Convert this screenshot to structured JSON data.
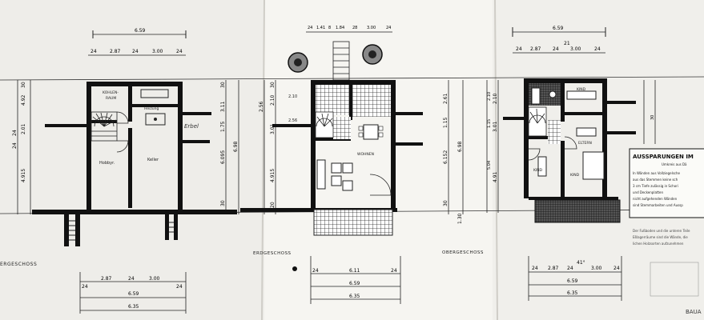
{
  "sheet": {
    "paper_color": "#f4f3ef",
    "ink_color": "#1b1b1b"
  },
  "plans": [
    {
      "key": "keller",
      "title": "ERGESCHOSS",
      "top_dims": {
        "total": "6.59",
        "segments": [
          "24",
          "2.87",
          "24",
          "3.00",
          "24"
        ]
      },
      "left_dims": [
        "30",
        "4.92",
        "24",
        "2.01",
        "24",
        "4.915"
      ],
      "right_dims": [
        "30",
        "3.11",
        "1.75",
        "6.095",
        "30",
        "6.98"
      ],
      "bottom_dims": {
        "segments": [
          "24",
          "2.87",
          "24",
          "3.00",
          "24"
        ],
        "mid": "6.59",
        "total": "6.35"
      },
      "rooms": [
        "KOHLEN-",
        "RAUM",
        "Heizung",
        "Hobbyr.",
        "Keller"
      ],
      "handwriting": "Erbel"
    },
    {
      "key": "erdgeschoss",
      "title": "ERDGESCHOSS",
      "top_dims": {
        "segments": [
          "24",
          "1.41",
          "8",
          "1.84",
          "28",
          "3.00",
          "24"
        ]
      },
      "left_dims": [
        "30",
        "2.10",
        "2.56",
        "3.01",
        "4.915",
        "20"
      ],
      "right_dims": [
        "2.61",
        "1.15",
        "6.152",
        "30",
        "6.98",
        "1.30"
      ],
      "bottom_dims": {
        "segments": [
          "24",
          "6.11",
          "24"
        ],
        "mid": "6.59",
        "total": "6.35"
      },
      "rooms": [
        "WOHNEN"
      ]
    },
    {
      "key": "obergeschoss",
      "title": "OBERGESCHOSS",
      "top_dims": {
        "total": "6.59",
        "segments": [
          "24",
          "2.87",
          "24",
          "3.00",
          "24"
        ],
        "extra": "21"
      },
      "left_dims": [
        "2.10",
        "3.01",
        "4.91"
      ],
      "right_dims": [
        "2.10",
        "1.15",
        "5.04",
        "30"
      ],
      "bottom_dims": {
        "segments": [
          "24",
          "2.87",
          "24",
          "3.00",
          "24"
        ],
        "mid": "6.59",
        "total": "6.35",
        "extra": "41°"
      },
      "rooms": [
        "KIND",
        "ELTERN",
        "KIND",
        "KIND"
      ]
    }
  ],
  "legend": {
    "title": "AUSSPARUNGEN IM",
    "subtitle": "Umkreis aus Dä",
    "lines": [
      "In Wänden aus Vollziegelsche",
      "aus das Stemmen keine sch",
      "3 cm Tiefe zulässig in Schori",
      "und Deckenplatten",
      "nicht aufgehenden Wänden",
      "sind Stemmarbeiten und Aussp"
    ]
  },
  "note": {
    "lines": [
      "Der Fußboden und die unteren Teile",
      "Eßlagerräume sind die Wände, die",
      "lichen Holzsorten aufzunehmen"
    ]
  },
  "stamp_label": "BAUA"
}
